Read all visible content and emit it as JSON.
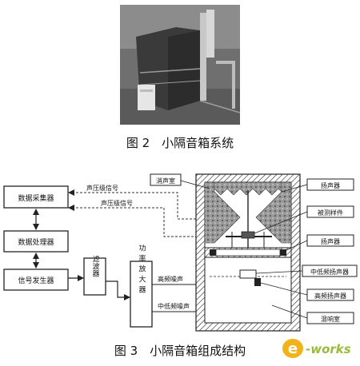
{
  "figure2": {
    "caption": "图 2　小隔音箱系统"
  },
  "figure3": {
    "caption": "图 3　小隔音箱组成结构",
    "blocks": {
      "data_acquisition": "数据采集器",
      "data_processor": "数据处理器",
      "signal_generator": "信号发生器",
      "filter": "滤波器",
      "power_amplifier": "功率放大器"
    },
    "signal_labels": {
      "sound_pressure_1": "声压级信号",
      "sound_pressure_2": "声压级信号",
      "high_freq_noise": "高频噪声",
      "mid_low_freq_noise": "中低频噪声"
    },
    "callouts": {
      "anechoic_chamber": "消声室",
      "loudspeaker_1": "扬声器",
      "test_sample": "被测样件",
      "loudspeaker_2": "扬声器",
      "mid_low_speaker": "中低频扬声器",
      "high_speaker": "高频扬声器",
      "reverb_chamber": "混响室"
    }
  },
  "watermark": {
    "text": "e-works"
  }
}
